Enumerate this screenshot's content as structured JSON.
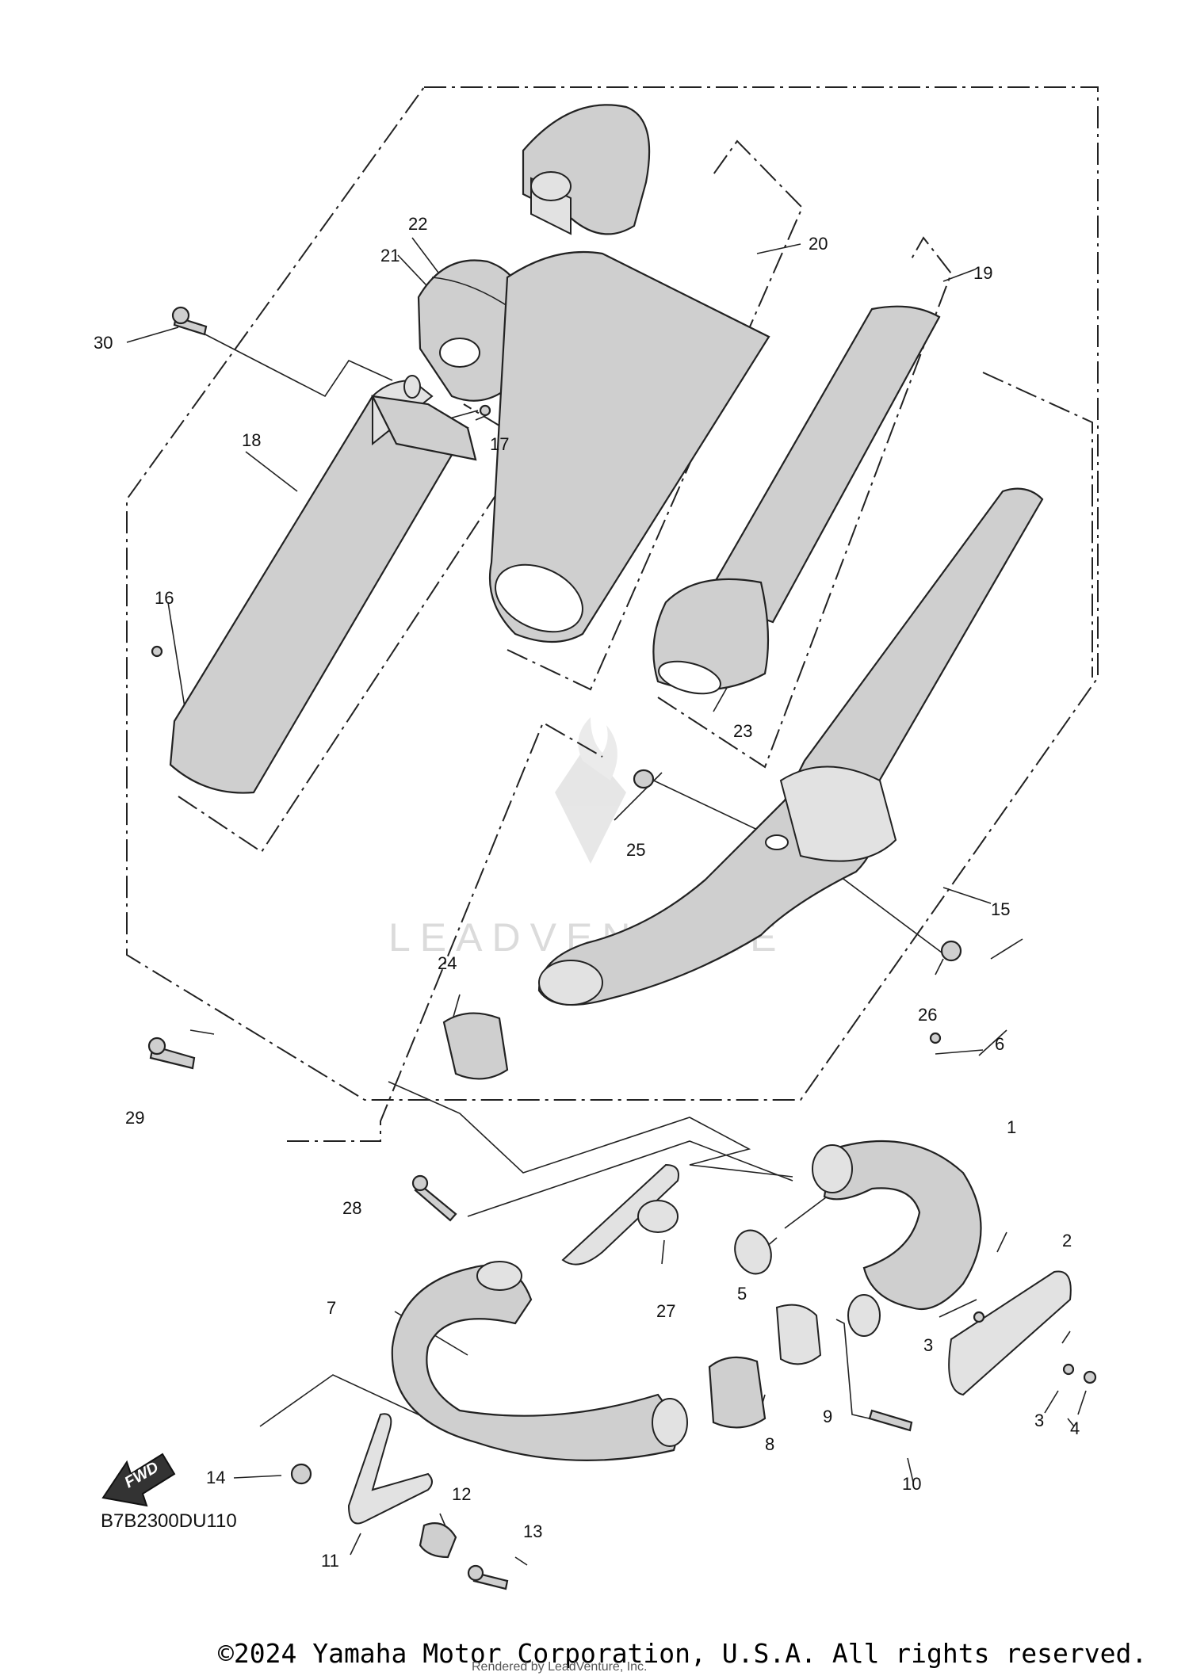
{
  "diagram": {
    "callouts": [
      "1",
      "2",
      "3",
      "3",
      "4",
      "5",
      "6",
      "7",
      "8",
      "9",
      "10",
      "11",
      "12",
      "13",
      "14",
      "15",
      "16",
      "17",
      "18",
      "19",
      "20",
      "21",
      "22",
      "23",
      "24",
      "25",
      "26",
      "27",
      "28",
      "29",
      "30"
    ],
    "diagram_code": "B7B2300DU110",
    "fwd_label": "FWD",
    "watermark": "LEADVENTURE",
    "copyright": "©2024 Yamaha Motor Corporation, U.S.A. All rights reserved.",
    "rendered_by": "Rendered by LeadVenture, Inc."
  }
}
